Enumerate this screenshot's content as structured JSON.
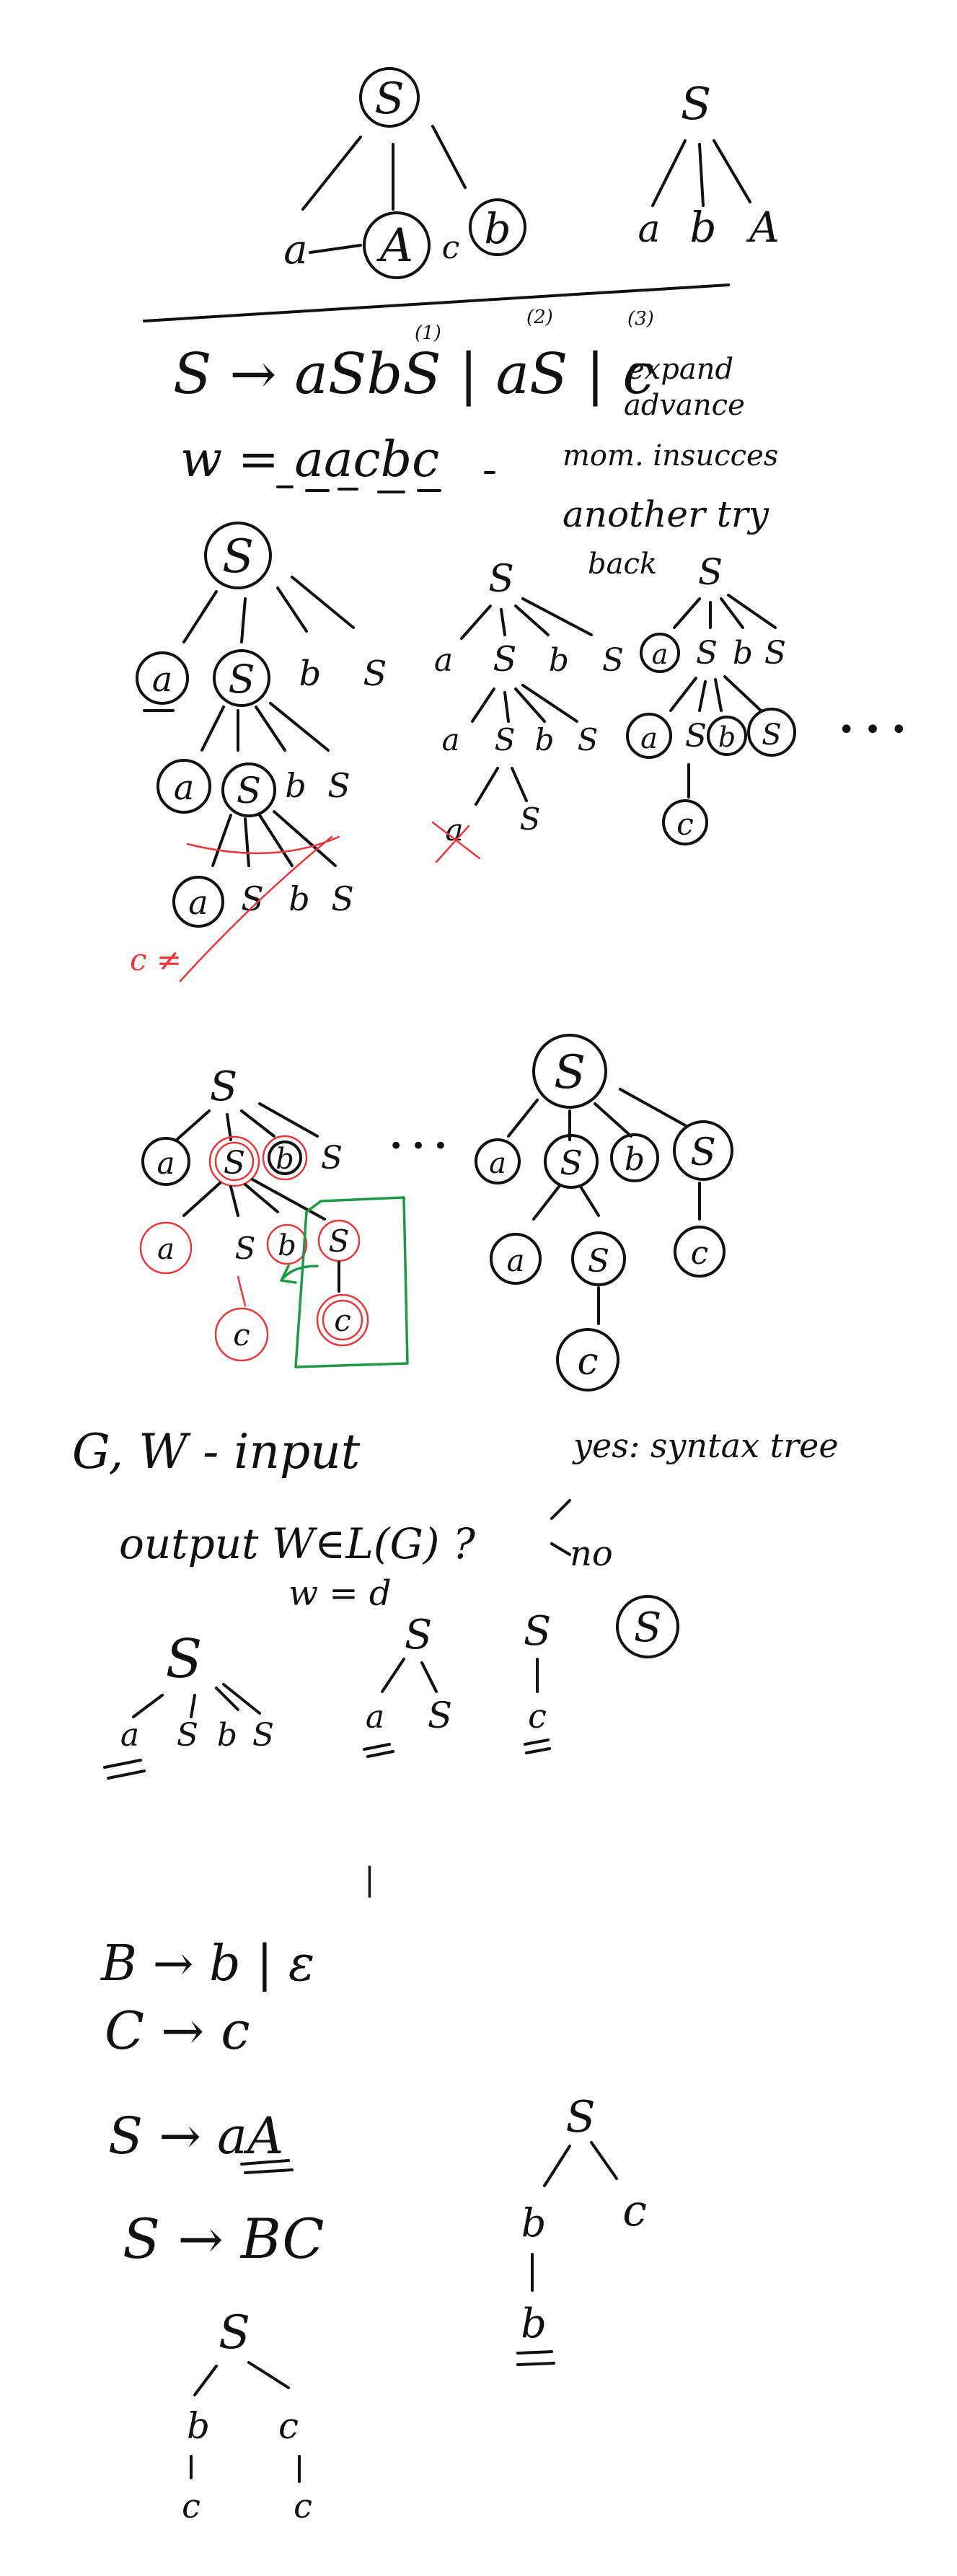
{
  "colors": {
    "ink": "#111111",
    "red": "#e8363b",
    "green": "#1e9a46"
  },
  "sketch1": {
    "root": "S",
    "a": "a",
    "A": "A",
    "b": "b",
    "c": "c",
    "root2": "S",
    "a2": "a",
    "b2": "b",
    "A2": "A"
  },
  "grammar": {
    "rule": "S → aSbS | aS | c",
    "sup1": "(1)",
    "sup2": "(2)",
    "sup3": "(3)",
    "word": "w = aacbc",
    "note1": "expand",
    "note2": "advance",
    "note3": "mom. insucces",
    "note4": "another try",
    "note5": "back"
  },
  "tree_labels": {
    "S": "S",
    "a": "a",
    "b": "b",
    "c": "c",
    "dots": "• • •",
    "cnot": "c ≠"
  },
  "problem": {
    "input": "G, W - input",
    "output": "output   W∈L(G) ?",
    "yes": "yes: syntax tree",
    "no": "no",
    "wd": "w = d"
  },
  "rules2": {
    "r1": "B → b | ε",
    "r2": "C → c",
    "r3": "S → aA",
    "r4": "S → BC",
    "bar": "|"
  }
}
